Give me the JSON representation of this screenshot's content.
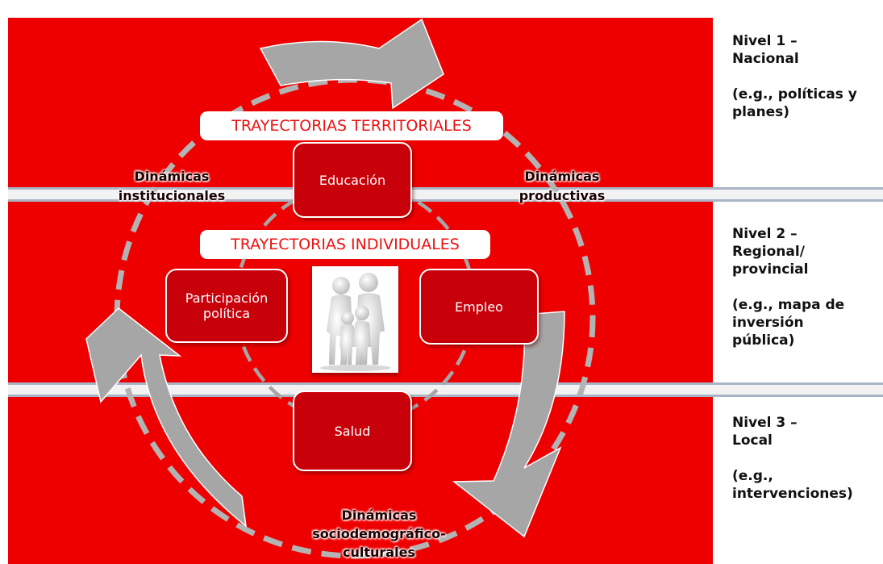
{
  "levels": [
    {
      "title": "Nivel 1 –\nNacional",
      "example": "(e.g., políticas y\nplanes)"
    },
    {
      "title": "Nivel 2 –\nRegional/\nprovincial",
      "example": "(e.g., mapa de\ninversión\npública)"
    },
    {
      "title": "Nivel 3 –\nLocal",
      "example": "(e.g.,\nintervenciones)"
    }
  ],
  "trajectories": {
    "territorial": "TRAYECTORIAS TERRITORIALES",
    "individual": "TRAYECTORIAS INDIVIDUALES"
  },
  "domains": {
    "education": "Educación",
    "political": "Participación\npolítica",
    "employment": "Empleo",
    "health": "Salud"
  },
  "dynamics": {
    "institutional": "Dinámicas\ninstitucionales",
    "productive": "Dinámicas\nproductivas",
    "sociodemographic": "Dinámicas\nsociodemográfico-\nculturales"
  },
  "colors": {
    "background_red": "#ee0000",
    "box_red": "#c8000a",
    "arrow_gray": "#a6a6a6",
    "dashed_circle": "#b3b3b3"
  },
  "icons": [
    "family-figures-icon",
    "cycle-arrow-top-icon",
    "cycle-arrow-right-icon",
    "cycle-arrow-left-icon"
  ]
}
